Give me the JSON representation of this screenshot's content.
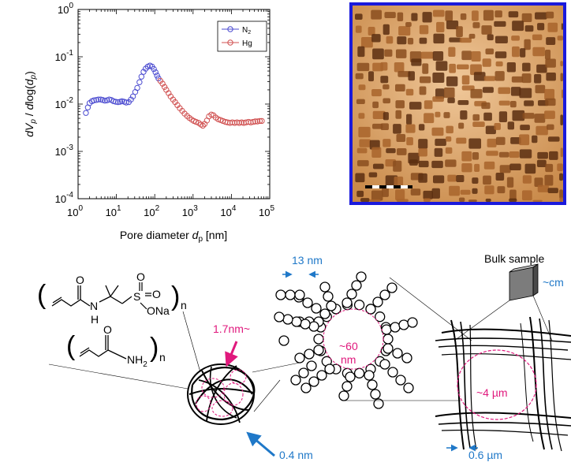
{
  "chart_data": {
    "type": "scatter",
    "xscale": "log",
    "yscale": "log",
    "xlim": [
      1,
      100000
    ],
    "ylim": [
      0.0001,
      1
    ],
    "xlabel": "Pore diameter d_p [nm]",
    "ylabel": "dV_p / dlog(d_p)",
    "x_ticks": [
      "10^0",
      "10^1",
      "10^2",
      "10^3",
      "10^4",
      "10^5"
    ],
    "y_ticks": [
      "10^-4",
      "10^-3",
      "10^-2",
      "10^-1",
      "10^0"
    ],
    "legend_position": "top-right",
    "series": [
      {
        "name": "N2",
        "color": "#4b4bd0",
        "marker": "open-circle",
        "points": [
          [
            1.6,
            0.0065
          ],
          [
            1.8,
            0.0085
          ],
          [
            2.0,
            0.0105
          ],
          [
            2.3,
            0.0115
          ],
          [
            2.6,
            0.012
          ],
          [
            3.0,
            0.0122
          ],
          [
            3.4,
            0.0125
          ],
          [
            3.9,
            0.0125
          ],
          [
            4.4,
            0.0122
          ],
          [
            5.0,
            0.0118
          ],
          [
            5.7,
            0.012
          ],
          [
            6.5,
            0.0125
          ],
          [
            7.4,
            0.0122
          ],
          [
            8.4,
            0.0115
          ],
          [
            9.6,
            0.0112
          ],
          [
            11,
            0.011
          ],
          [
            12.5,
            0.0112
          ],
          [
            14,
            0.0115
          ],
          [
            16,
            0.0112
          ],
          [
            18,
            0.0108
          ],
          [
            21,
            0.011
          ],
          [
            24,
            0.0125
          ],
          [
            27,
            0.0145
          ],
          [
            31,
            0.018
          ],
          [
            35,
            0.022
          ],
          [
            40,
            0.029
          ],
          [
            45,
            0.038
          ],
          [
            51,
            0.048
          ],
          [
            58,
            0.056
          ],
          [
            66,
            0.062
          ],
          [
            75,
            0.065
          ],
          [
            85,
            0.062
          ],
          [
            95,
            0.055
          ],
          [
            105,
            0.047
          ],
          [
            115,
            0.04
          ],
          [
            125,
            0.035
          ]
        ]
      },
      {
        "name": "Hg",
        "color": "#d05050",
        "marker": "open-circle",
        "points": [
          [
            140,
            0.031
          ],
          [
            160,
            0.027
          ],
          [
            180,
            0.023
          ],
          [
            200,
            0.02
          ],
          [
            230,
            0.017
          ],
          [
            260,
            0.0145
          ],
          [
            300,
            0.0125
          ],
          [
            340,
            0.011
          ],
          [
            390,
            0.0095
          ],
          [
            450,
            0.0082
          ],
          [
            520,
            0.0072
          ],
          [
            600,
            0.0063
          ],
          [
            700,
            0.0056
          ],
          [
            800,
            0.0051
          ],
          [
            920,
            0.0047
          ],
          [
            1050,
            0.0044
          ],
          [
            1200,
            0.0042
          ],
          [
            1400,
            0.004
          ],
          [
            1600,
            0.0037
          ],
          [
            1800,
            0.0035
          ],
          [
            2000,
            0.0038
          ],
          [
            2300,
            0.0045
          ],
          [
            2600,
            0.0055
          ],
          [
            3000,
            0.006
          ],
          [
            3400,
            0.0058
          ],
          [
            3900,
            0.0052
          ],
          [
            4500,
            0.0048
          ],
          [
            5200,
            0.0046
          ],
          [
            6000,
            0.0044
          ],
          [
            7000,
            0.0042
          ],
          [
            8000,
            0.0041
          ],
          [
            9200,
            0.004
          ],
          [
            10600,
            0.0041
          ],
          [
            12200,
            0.004
          ],
          [
            14000,
            0.0041
          ],
          [
            16000,
            0.004
          ],
          [
            18500,
            0.0041
          ],
          [
            21000,
            0.004
          ],
          [
            24000,
            0.0041
          ],
          [
            28000,
            0.0042
          ],
          [
            32000,
            0.0041
          ],
          [
            37000,
            0.0042
          ],
          [
            42000,
            0.0043
          ],
          [
            48000,
            0.0043
          ],
          [
            55000,
            0.0044
          ],
          [
            62000,
            0.0044
          ]
        ]
      }
    ]
  },
  "schematic": {
    "chem_sulfonate": {
      "o_top": "O",
      "n_h": "H",
      "n": "N",
      "s": "S",
      "o_s1": "O",
      "o_s2": "O",
      "ona": "ONa",
      "sub_n": "n"
    },
    "chem_amide": {
      "o_top": "O",
      "nh2": "NH",
      "nh2_sub": "2",
      "sub_n": "n"
    },
    "label_1_7nm": "1.7nm~",
    "label_0_4nm": "0.4 nm",
    "label_13nm": "13 nm",
    "label_60nm_a": "~60",
    "label_60nm_b": "nm",
    "label_4um": "~4 µm",
    "label_0_6um": "0.6 µm",
    "label_bulk": "Bulk sample",
    "label_cm": "~cm",
    "colors": {
      "blue": "#1f78c8",
      "magenta": "#e0197d",
      "frame": "#1a1adc"
    }
  }
}
